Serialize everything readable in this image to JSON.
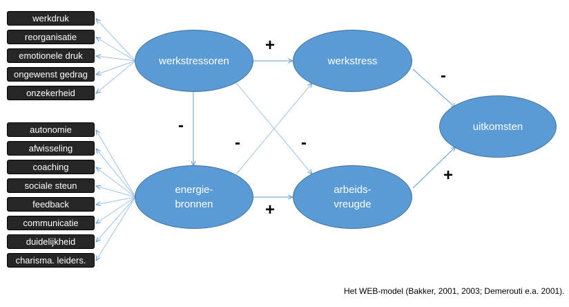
{
  "stressor_items": [
    "werkdruk",
    "reorganisatie",
    "emotionele druk",
    "ongewenst gedrag",
    "onzekerheid"
  ],
  "resource_items": [
    "autonomie",
    "afwisseling",
    "coaching",
    "sociale steun",
    "feedback",
    "communicatie",
    "duidelijkheid",
    "charisma. leiders."
  ],
  "nodes": {
    "werkstressoren": "werkstressoren",
    "energiebronnen": "energie-\nbronnen",
    "werkstress": "werkstress",
    "arbeidsvreugde": "arbeids-\nvreugde",
    "uitkomsten": "uitkomsten"
  },
  "signs": {
    "stressoren_to_stress": "+",
    "bronnen_to_vreugde": "+",
    "stress_to_uitkomsten": "-",
    "vreugde_to_uitkomsten": "+",
    "stressoren_bronnen": "-",
    "bronnen_to_stress": "-",
    "stressoren_to_vreugde": "-"
  },
  "caption": "Het WEB-model (Bakker, 2001, 2003; Demerouti e.a. 2001).",
  "colors": {
    "node_fill": "#5b9bd5",
    "node_border": "#41719c",
    "box_fill": "#262626",
    "arrow": "#5b9bd5"
  }
}
